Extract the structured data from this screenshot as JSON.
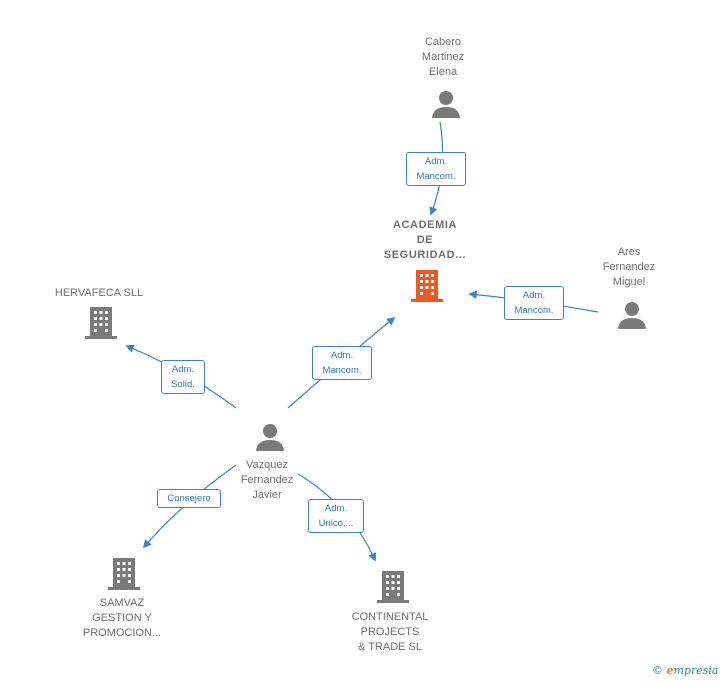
{
  "colors": {
    "edge": "#3a82cc",
    "person_icon": "#7a7a7a",
    "company_icon": "#7a7a7a",
    "focus_company_icon": "#ee5a24",
    "label_text": "#6f6f6f"
  },
  "nodes": {
    "cabero": {
      "type": "person",
      "label": "Cabero\nMartinez\nElena",
      "icon": "person-icon"
    },
    "academia": {
      "type": "company-focus",
      "label": "ACADEMIA\nDE\nSEGURIDAD...",
      "icon": "building-icon"
    },
    "ares": {
      "type": "person",
      "label": "Ares\nFernandez\nMiguel",
      "icon": "person-icon"
    },
    "hervafeca": {
      "type": "company",
      "label": "HERVAFECA SLL",
      "icon": "building-icon"
    },
    "vazquez": {
      "type": "person",
      "label": "Vazquez\nFernandez\nJavier",
      "icon": "person-icon"
    },
    "samvaz": {
      "type": "company",
      "label": "SAMVAZ\nGESTION Y\nPROMOCION...",
      "icon": "building-icon"
    },
    "continental": {
      "type": "company",
      "label": "CONTINENTAL\nPROJECTS\n& TRADE  SL",
      "icon": "building-icon"
    }
  },
  "edges": {
    "cabero_academia": "Adm.\nMancom.",
    "ares_academia": "Adm.\nMancom.",
    "vazquez_academia": "Adm.\nMancom.",
    "vazquez_hervafeca": "Adm.\nSolid.",
    "vazquez_samvaz": "Consejero",
    "vazquez_continental": "Adm.\nUnico,..."
  },
  "brand": {
    "copyright": "©",
    "initial": "e",
    "name": "mpresia"
  }
}
